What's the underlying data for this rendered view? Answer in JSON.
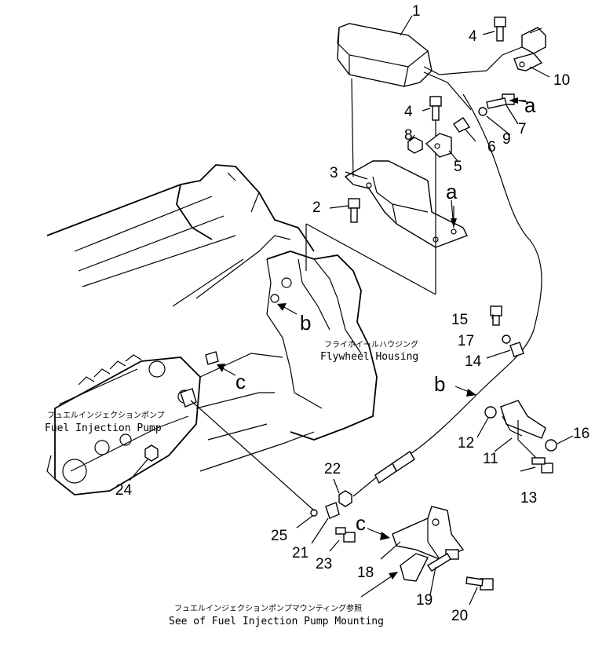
{
  "diagram": {
    "part_numbers": [
      "1",
      "2",
      "3",
      "4",
      "4",
      "5",
      "6",
      "7",
      "8",
      "9",
      "10",
      "11",
      "12",
      "13",
      "14",
      "15",
      "16",
      "17",
      "18",
      "19",
      "20",
      "21",
      "22",
      "23",
      "24",
      "25"
    ],
    "view_letters": [
      "a",
      "a",
      "b",
      "b",
      "c",
      "c"
    ],
    "labels": {
      "flywheel_jp": "フライホイールハウジング",
      "flywheel_en": "Flywheel Housing",
      "fuel_pump_jp": "フュエルインジェクションポンプ",
      "fuel_pump_en": "Fuel Injection Pump",
      "mounting_jp": "フュエルインジェクションポンプマウンティング参照",
      "mounting_en": "See of Fuel Injection Pump Mounting"
    }
  }
}
